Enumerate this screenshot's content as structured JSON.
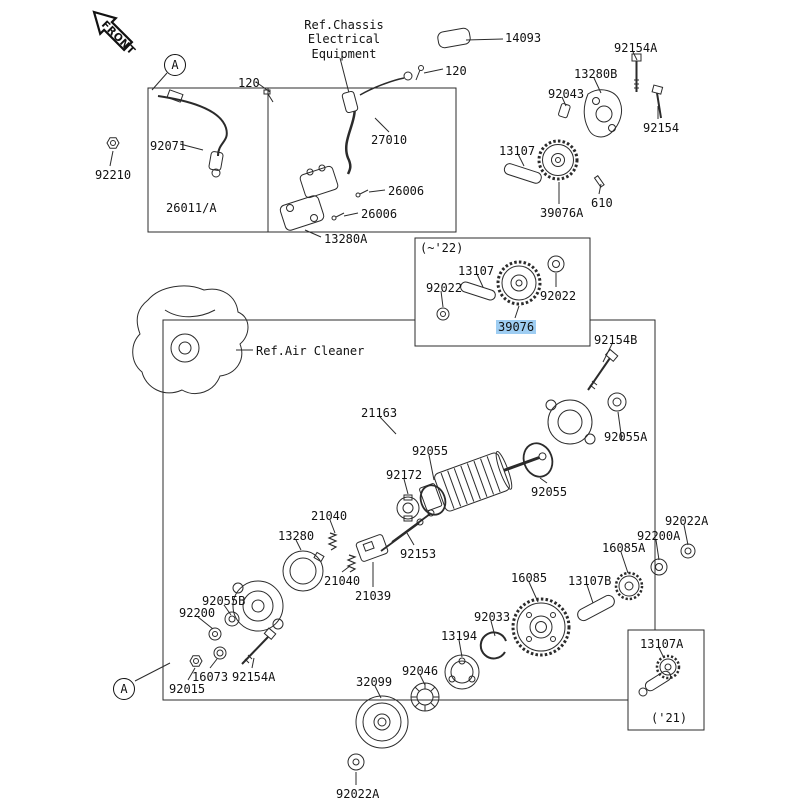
{
  "diagram": {
    "front_marker": "FRONT",
    "section_marker_top": "A",
    "section_marker_bottom": "A",
    "highlight_color": "#9ecdf2",
    "line_color": "#2b2b2b"
  },
  "references": {
    "chassis": "Ref.Chassis\nElectrical\nEquipment",
    "air_cleaner": "Ref.Air Cleaner"
  },
  "variants": {
    "v22": "(~'22)",
    "v21": "('21)"
  },
  "parts": [
    {
      "label": "120"
    },
    {
      "label": "120"
    },
    {
      "label": "14093"
    },
    {
      "label": "92154A"
    },
    {
      "label": "13280B"
    },
    {
      "label": "92043"
    },
    {
      "label": "92154"
    },
    {
      "label": "13107"
    },
    {
      "label": "92071"
    },
    {
      "label": "92210"
    },
    {
      "label": "27010"
    },
    {
      "label": "26011/A"
    },
    {
      "label": "26006"
    },
    {
      "label": "26006"
    },
    {
      "label": "13280A"
    },
    {
      "label": "39076A"
    },
    {
      "label": "610"
    },
    {
      "label": "13107"
    },
    {
      "label": "92022"
    },
    {
      "label": "92022"
    },
    {
      "label": "39076",
      "highlighted": true
    },
    {
      "label": "92154B"
    },
    {
      "label": "21163"
    },
    {
      "label": "92055"
    },
    {
      "label": "92172"
    },
    {
      "label": "92055A"
    },
    {
      "label": "92055"
    },
    {
      "label": "21040"
    },
    {
      "label": "13280"
    },
    {
      "label": "92153"
    },
    {
      "label": "21040"
    },
    {
      "label": "21039"
    },
    {
      "label": "92055B"
    },
    {
      "label": "92200"
    },
    {
      "label": "92022A"
    },
    {
      "label": "92200A"
    },
    {
      "label": "16085A"
    },
    {
      "label": "16085"
    },
    {
      "label": "13107B"
    },
    {
      "label": "92033"
    },
    {
      "label": "13194"
    },
    {
      "label": "16073"
    },
    {
      "label": "92154A"
    },
    {
      "label": "92015"
    },
    {
      "label": "32099"
    },
    {
      "label": "92046"
    },
    {
      "label": "13107A"
    },
    {
      "label": "92022A"
    }
  ]
}
